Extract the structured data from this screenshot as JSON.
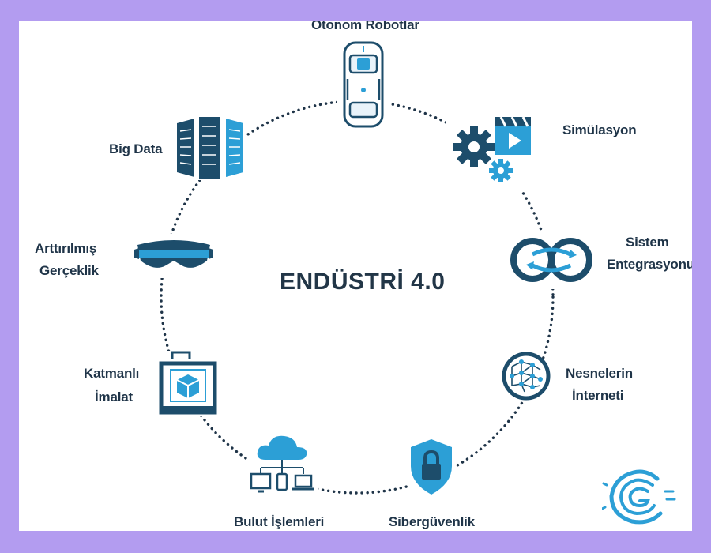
{
  "center_title": "ENDÜSTRİ 4.0",
  "nodes": [
    {
      "id": "autonomous-robots",
      "label_lines": [
        "Otonom Robotlar"
      ],
      "icon": "autonomous-vehicle-icon"
    },
    {
      "id": "simulation",
      "label_lines": [
        "Simülasyon"
      ],
      "icon": "gears-clapper-icon"
    },
    {
      "id": "system-integration",
      "label_lines": [
        "Sistem",
        "Entegrasyonu"
      ],
      "icon": "integration-loop-icon"
    },
    {
      "id": "iot",
      "label_lines": [
        "Nesnelerin",
        "İnterneti"
      ],
      "icon": "network-globe-icon"
    },
    {
      "id": "cybersecurity",
      "label_lines": [
        "Sibergüvenlik"
      ],
      "icon": "shield-lock-icon"
    },
    {
      "id": "cloud-computing",
      "label_lines": [
        "Bulut İşlemleri"
      ],
      "icon": "cloud-devices-icon"
    },
    {
      "id": "additive-manufacturing",
      "label_lines": [
        "Katmanlı",
        "İmalat"
      ],
      "icon": "3d-printer-icon"
    },
    {
      "id": "augmented-reality",
      "label_lines": [
        "Arttırılmış",
        "Gerçeklik"
      ],
      "icon": "vr-headset-icon"
    },
    {
      "id": "big-data",
      "label_lines": [
        "Big Data"
      ],
      "icon": "servers-icon"
    }
  ],
  "colors": {
    "frame": "#b39cf0",
    "navy": "#1d4d6b",
    "accent": "#2c9fd6",
    "dots": "#1f3448"
  }
}
